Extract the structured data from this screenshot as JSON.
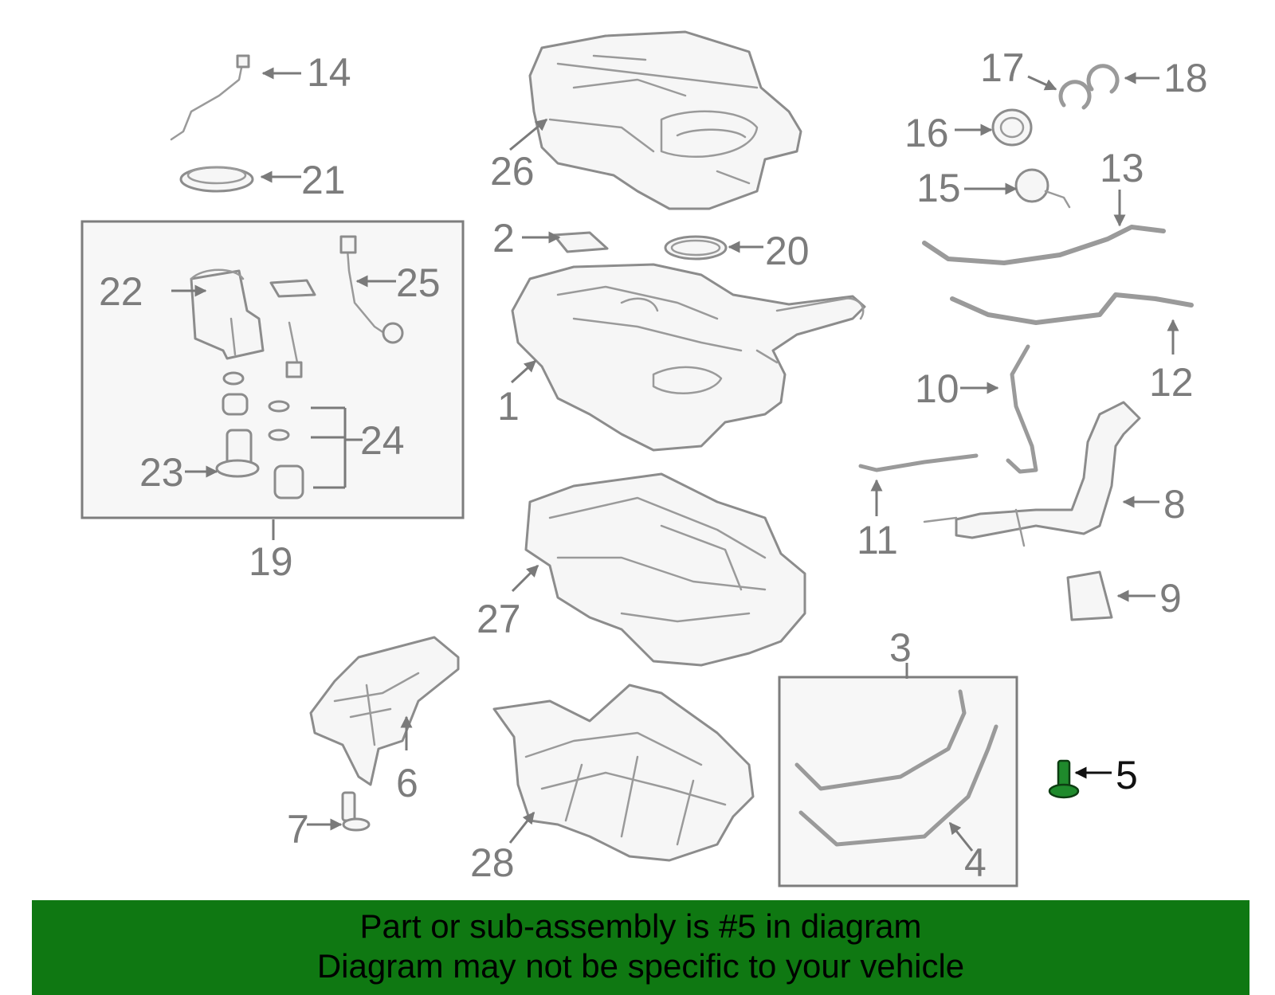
{
  "callouts": {
    "c1": "1",
    "c2": "2",
    "c3": "3",
    "c4": "4",
    "c5": "5",
    "c6": "6",
    "c7": "7",
    "c8": "8",
    "c9": "9",
    "c10": "10",
    "c11": "11",
    "c12": "12",
    "c13": "13",
    "c14": "14",
    "c15": "15",
    "c16": "16",
    "c17": "17",
    "c18": "18",
    "c19": "19",
    "c20": "20",
    "c21": "21",
    "c22": "22",
    "c23": "23",
    "c24": "24",
    "c25": "25",
    "c26": "26",
    "c27": "27",
    "c28": "28"
  },
  "highlight": {
    "part_number": "5",
    "color": "#1f8a2c"
  },
  "banner": {
    "line1": "Part or sub-assembly is #5 in diagram",
    "line2": "Diagram may not be specific to your vehicle",
    "background": "#0f7812"
  }
}
